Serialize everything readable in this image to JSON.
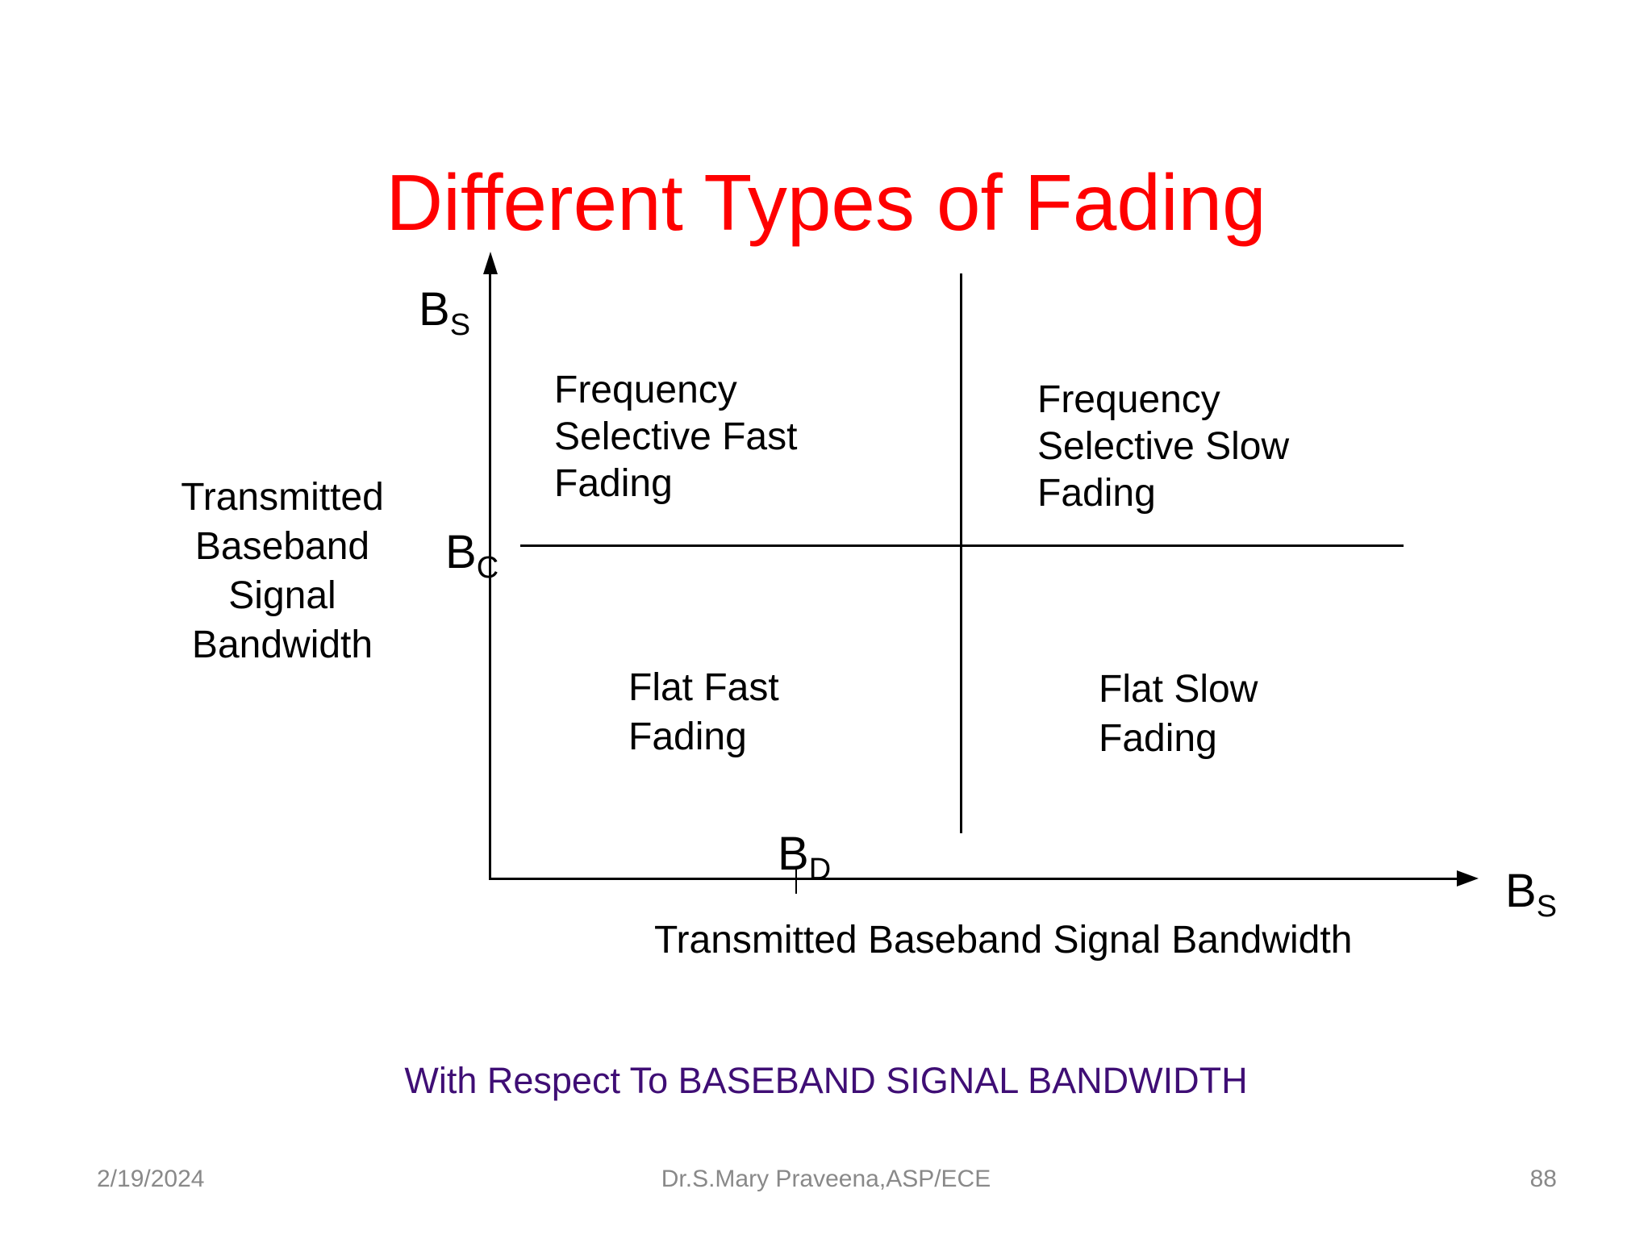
{
  "slide": {
    "title": "Different Types of Fading",
    "caption": "With Respect To BASEBAND SIGNAL BANDWIDTH",
    "footer": {
      "date": "2/19/2024",
      "author": "Dr.S.Mary Praveena,ASP/ECE",
      "page": "88"
    }
  },
  "colors": {
    "title_red": "#FF0000",
    "caption_purple": "#3F0E75",
    "footer_gray": "#898989",
    "diagram_black": "#000000",
    "background": "#FFFFFF"
  },
  "diagram": {
    "y_axis_label": {
      "base": "B",
      "sub": "S"
    },
    "x_axis_label": {
      "base": "B",
      "sub": "S"
    },
    "coherence_label": {
      "base": "B",
      "sub": "C"
    },
    "doppler_label": {
      "base": "B",
      "sub": "D"
    },
    "left_axis_caption_lines": [
      "Transmitted",
      "Baseband",
      "Signal",
      "Bandwidth"
    ],
    "bottom_axis_caption": "Transmitted Baseband Signal Bandwidth",
    "quadrants": {
      "top_left": [
        "Frequency",
        "Selective Fast",
        "Fading"
      ],
      "top_right": [
        "Frequency",
        "Selective Slow",
        "Fading"
      ],
      "bottom_left": [
        "Flat Fast",
        "Fading"
      ],
      "bottom_right": [
        "Flat Slow",
        "Fading"
      ]
    }
  }
}
